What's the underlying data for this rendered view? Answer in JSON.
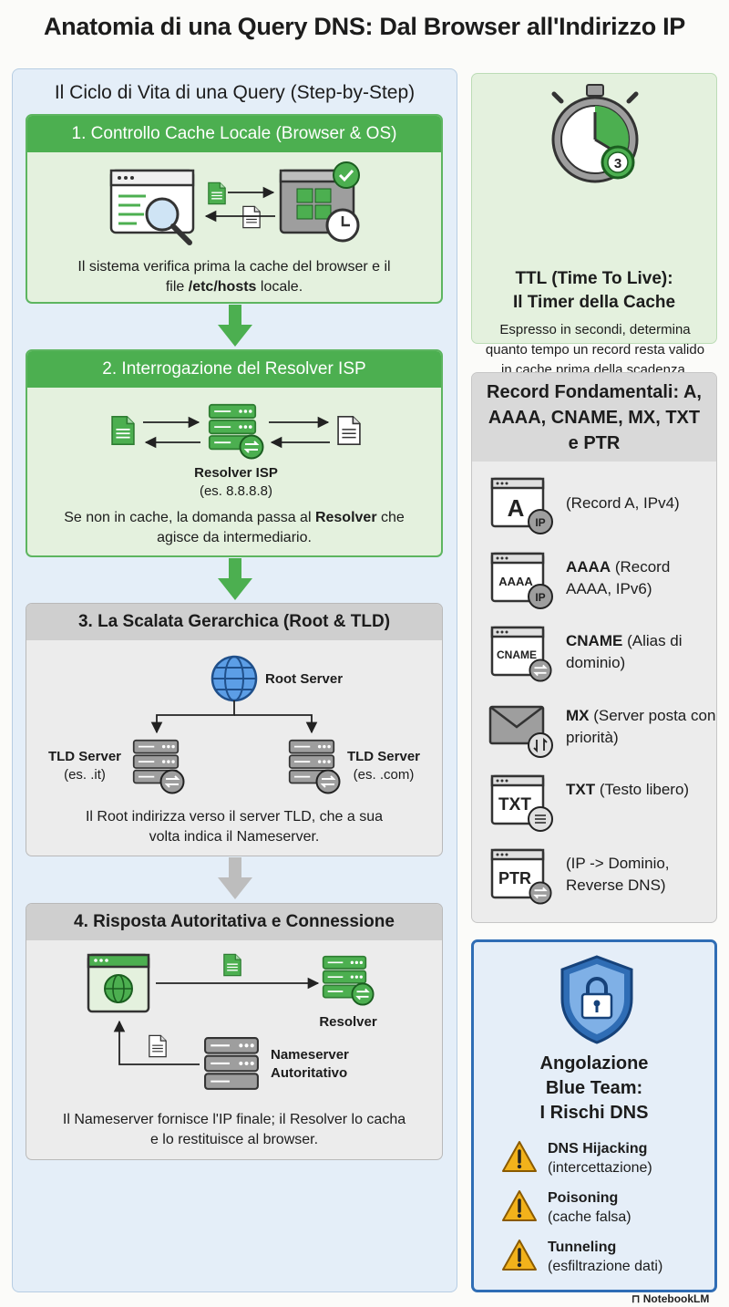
{
  "title": "Anatomia di una Query DNS: Dal Browser all'Indirizzo IP",
  "lifecycle": {
    "heading": "Il Ciclo di Vita di una Query (Step-by-Step)",
    "step1": {
      "title": "1. Controllo Cache Locale (Browser & OS)",
      "text_a": "Il sistema verifica prima la cache del browser e il",
      "text_b_pre": "file ",
      "text_b_bold": "/etc/hosts",
      "text_b_post": " locale."
    },
    "step2": {
      "title": "2. Interrogazione del Resolver ISP",
      "server_label": "Resolver ISP",
      "server_example": "(es. 8.8.8.8)",
      "text_a_pre": "Se non in cache, la domanda passa al ",
      "text_a_bold": "Resolver",
      "text_a_post": " che",
      "text_b": "agisce da intermediario."
    },
    "step3": {
      "title": "3. La Scalata Gerarchica (Root & TLD)",
      "root_label": "Root Server",
      "tld_left_label": "TLD Server",
      "tld_left_example": "(es. .it)",
      "tld_right_label": "TLD Server",
      "tld_right_example": "(es. .com)",
      "text_a": "Il Root indirizza verso il server TLD, che a sua",
      "text_b": "volta indica il Nameserver."
    },
    "step4": {
      "title": "4. Risposta Autoritativa e Connessione",
      "resolver_label": "Resolver",
      "ns_label_a": "Nameserver",
      "ns_label_b": "Autoritativo",
      "text_a": "Il Nameserver fornisce l'IP finale; il Resolver lo cacha",
      "text_b": "e lo restituisce al browser."
    }
  },
  "ttl": {
    "timer_number": "3",
    "title_a": "TTL (Time To Live):",
    "title_b": "Il Timer della Cache",
    "text": "Espresso in secondi, determina quanto tempo un record resta valido in cache prima della scadenza."
  },
  "records": {
    "heading": "Record Fondamentali: A, AAAA, CNAME, MX, TXT e PTR",
    "items": [
      {
        "icon_text": "A",
        "badge": "IP",
        "bold": "",
        "text": "(Record A, IPv4)",
        "icon": "a-record-icon"
      },
      {
        "icon_text": "AAAA",
        "badge": "IP",
        "bold": "AAAA",
        "text": " (Record AAAA, IPv6)",
        "icon": "aaaa-record-icon"
      },
      {
        "icon_text": "CNAME",
        "badge": "",
        "bold": "CNAME",
        "text": " (Alias di dominio)",
        "icon": "cname-record-icon"
      },
      {
        "icon_text": "",
        "badge": "",
        "bold": "MX",
        "text": " (Server posta con priorità)",
        "icon": "mx-record-icon"
      },
      {
        "icon_text": "TXT",
        "badge": "",
        "bold": "TXT",
        "text": " (Testo libero)",
        "icon": "txt-record-icon"
      },
      {
        "icon_text": "PTR",
        "badge": "",
        "bold": "",
        "text": "(IP -> Dominio, Reverse DNS)",
        "icon": "ptr-record-icon"
      }
    ]
  },
  "blue_team": {
    "title_a": "Angolazione",
    "title_b": "Blue Team:",
    "title_c": "I Rischi DNS",
    "risks": [
      {
        "name": "DNS Hijacking",
        "detail": "(intercettazione)"
      },
      {
        "name": "Poisoning",
        "detail": "(cache falsa)"
      },
      {
        "name": "Tunneling",
        "detail": "(esfiltrazione dati)"
      }
    ]
  },
  "credit": "NotebookLM",
  "colors": {
    "green": "#4caf50",
    "grey": "#bdbdbd",
    "blue": "#2f6db5",
    "warning": "#f2b21b"
  }
}
